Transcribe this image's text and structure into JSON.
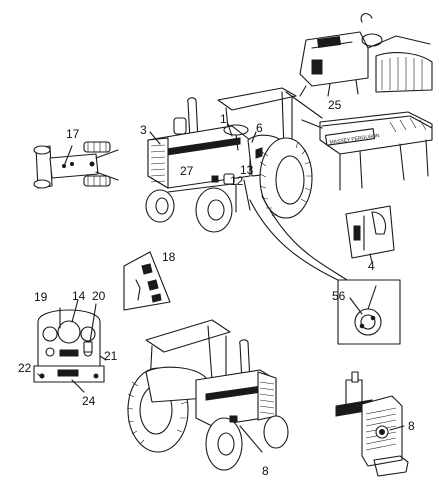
{
  "callouts": {
    "n1": "1",
    "n3": "3",
    "n4": "4",
    "n6": "6",
    "n8a": "8",
    "n8b": "8",
    "n12": "12",
    "n13": "13",
    "n14": "14",
    "n17": "17",
    "n18": "18",
    "n19": "19",
    "n20": "20",
    "n21": "21",
    "n22": "22",
    "n24": "24",
    "n25": "25",
    "n27": "27",
    "n56": "56"
  },
  "decal_text": "MASSEY FERGUSON",
  "colors": {
    "ink": "#1a1a1a",
    "paper": "#ffffff"
  }
}
